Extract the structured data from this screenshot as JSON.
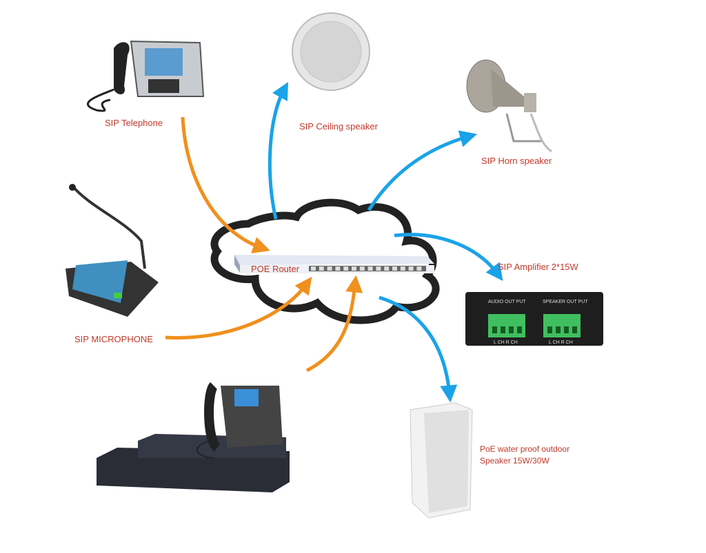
{
  "labels": {
    "sip_telephone": "SIP Telephone",
    "ceiling_speaker": "SIP Ceiling speaker",
    "horn_speaker": "SIP Horn speaker",
    "amplifier": "SIP Amplifier 2*15W",
    "router": "POE Router",
    "microphone": "SIP MICROPHONE",
    "outdoor_line1": "PoE water proof outdoor",
    "outdoor_line2": "Speaker 15W/30W"
  },
  "amplifier_panel": {
    "audio_out": "AUDIO OUT PUT",
    "speaker_out": "SPEAKER OUT PUT",
    "channels": "L CH   R CH"
  },
  "colors": {
    "inbound_arrow": "#f0901e",
    "outbound_arrow": "#1aa3e8",
    "label": "#c0392b",
    "cloud_outline": "#222222"
  },
  "router_ports": 14
}
